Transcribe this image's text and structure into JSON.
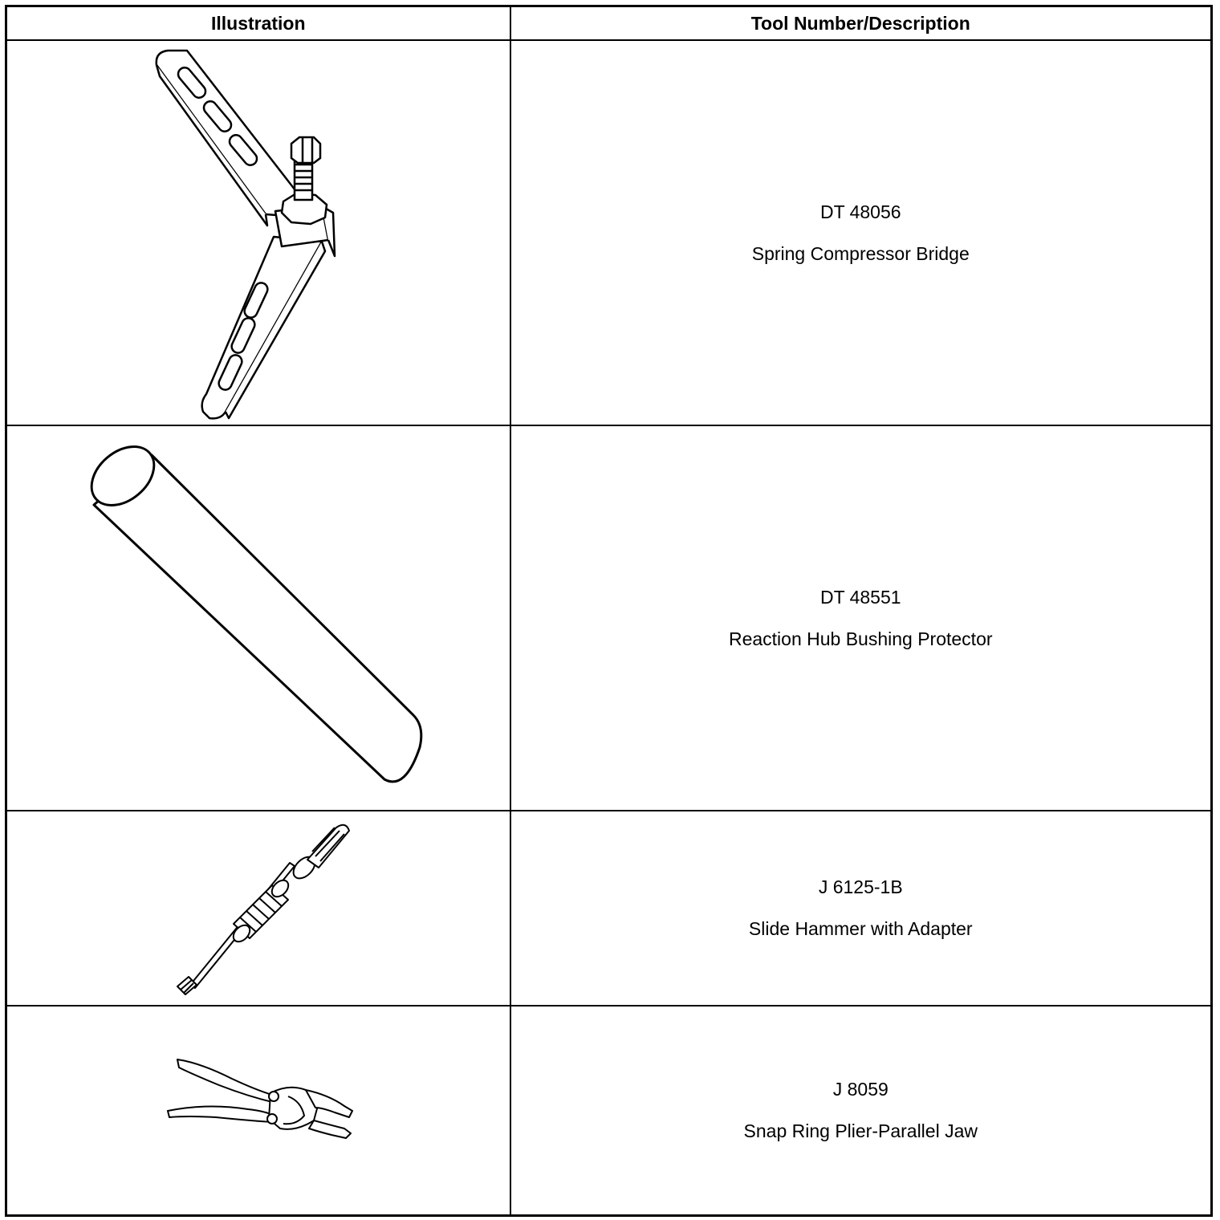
{
  "table": {
    "headers": {
      "illustration": "Illustration",
      "tool": "Tool Number/Description"
    },
    "rows": [
      {
        "number": "DT 48056",
        "description": "Spring Compressor Bridge",
        "icon": "spring-compressor-bridge-icon"
      },
      {
        "number": "DT 48551",
        "description": "Reaction Hub Bushing Protector",
        "icon": "bushing-protector-icon"
      },
      {
        "number": "J 6125-1B",
        "description": "Slide Hammer with Adapter",
        "icon": "slide-hammer-icon"
      },
      {
        "number": "J 8059",
        "description": "Snap Ring Plier-Parallel Jaw",
        "icon": "snap-ring-plier-icon"
      }
    ]
  }
}
